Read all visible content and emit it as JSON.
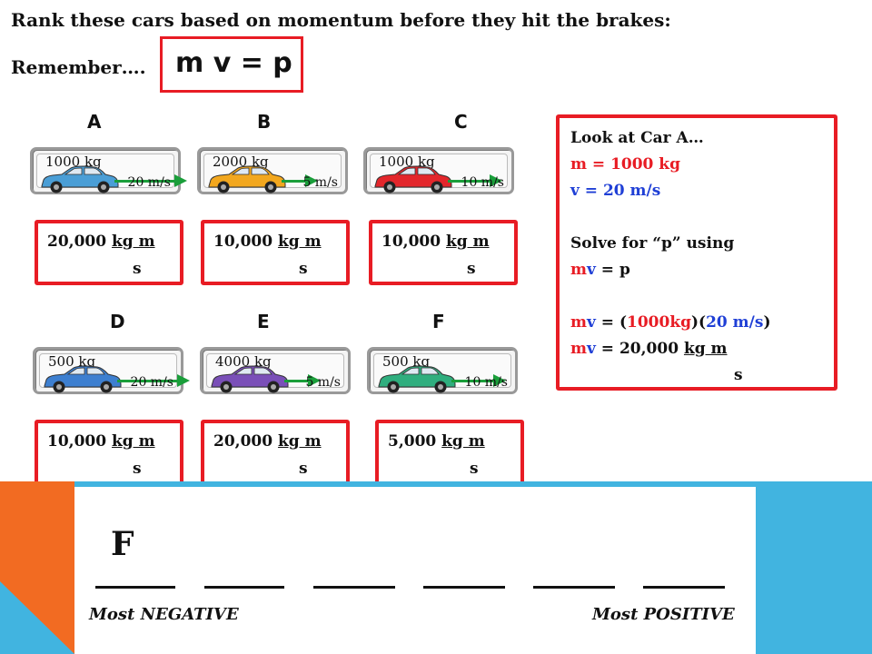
{
  "title": "Rank these cars based on momentum before they hit the brakes:",
  "remember_label": "Remember….",
  "formula": "m v = p",
  "cars": [
    {
      "letter": "A",
      "mass": "1000 kg",
      "speed": "20 m/s",
      "color": "#4a9ed6",
      "answer_value": "20,000",
      "answer_unit": "kg m",
      "answer_denom": "s"
    },
    {
      "letter": "B",
      "mass": "2000 kg",
      "speed": "5 m/s",
      "color": "#f2a71e",
      "answer_value": "10,000",
      "answer_unit": "kg m",
      "answer_denom": "s"
    },
    {
      "letter": "C",
      "mass": "1000 kg",
      "speed": "10 m/s",
      "color": "#e3262b",
      "answer_value": "10,000",
      "answer_unit": "kg m",
      "answer_denom": "s"
    },
    {
      "letter": "D",
      "mass": "500 kg",
      "speed": "20 m/s",
      "color": "#3d7fd0",
      "answer_value": "10,000",
      "answer_unit": "kg m",
      "answer_denom": "s"
    },
    {
      "letter": "E",
      "mass": "4000 kg",
      "speed": "5 m/s",
      "color": "#7a4fb8",
      "answer_value": "20,000",
      "answer_unit": "kg m",
      "answer_denom": "s"
    },
    {
      "letter": "F",
      "mass": "500 kg",
      "speed": "10 m/s",
      "color": "#2fae7e",
      "answer_value": "5,000",
      "answer_unit": "kg m",
      "answer_denom": "s"
    }
  ],
  "info": {
    "line1": "Look at Car A…",
    "line2": "m = 1000 kg",
    "line3": "v = 20 m/s",
    "line4": "Solve for “p” using",
    "line5_m": "m",
    "line5_v": "v",
    "line5_rest": " = p",
    "line6_m": "m",
    "line6_v": "v",
    "line6_eq": " = (",
    "line6_mass": "1000kg",
    "line6_mid": ")(",
    "line6_speed": "20 m/s",
    "line6_end": ")",
    "line7_m": "m",
    "line7_v": "v",
    "line7_eq": " = 20,000 ",
    "line7_unit": "kg m",
    "line8": "s"
  },
  "ranking": {
    "first_answer": "F",
    "most_negative": "Most NEGATIVE",
    "most_positive": "Most POSITIVE"
  },
  "colors": {
    "accent_red": "#e81c24",
    "mass_red": "#e81c24",
    "velocity_blue": "#1f3fd6",
    "arrow_green": "#1a9e3a",
    "orange": "#f26b22",
    "sky_blue": "#41b4e0"
  }
}
